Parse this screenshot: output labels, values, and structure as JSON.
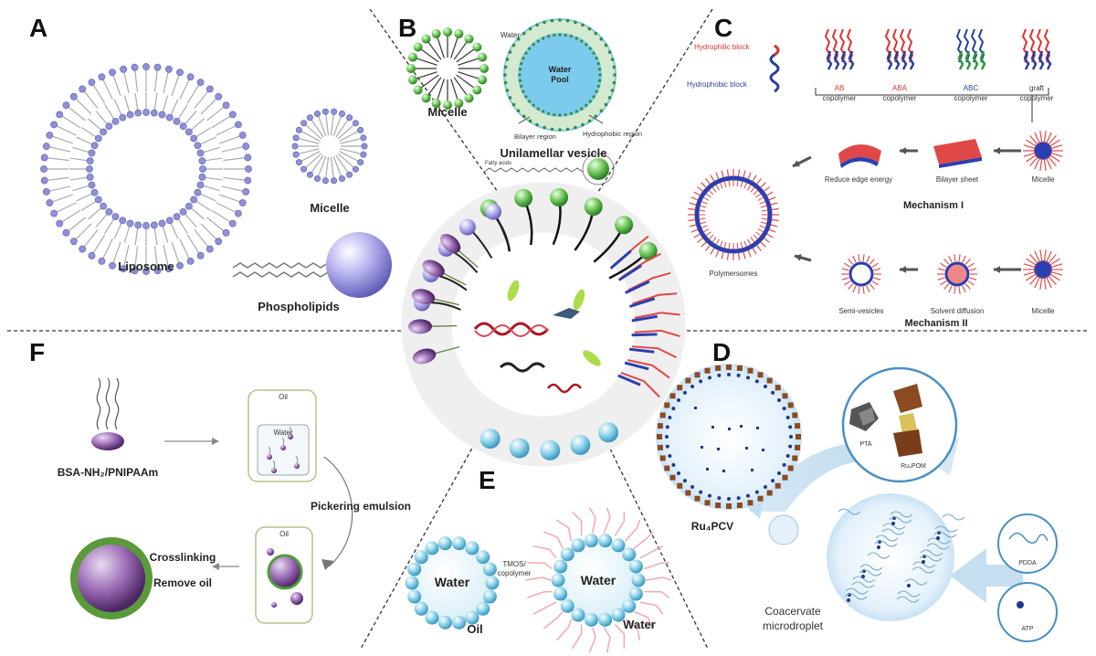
{
  "panels": {
    "a": "A",
    "b": "B",
    "c": "C",
    "d": "D",
    "e": "E",
    "f": "F"
  },
  "panel_a": {
    "liposome": "Liposome",
    "micelle": "Micelle",
    "phospholipids": "Phospholipids"
  },
  "panel_b": {
    "micelle": "Micelle",
    "water": "Water",
    "water_pool_1": "Water",
    "water_pool_2": "Pool",
    "bilayer_region": "Bilayer region",
    "hydrophobic_region": "Hydrophobic region",
    "vesicle": "Unilamellar vesicle",
    "fatty_acids": "Fatty acids"
  },
  "panel_c": {
    "hydrophilic_block": "Hydrophilic block",
    "hydrophobic_block": "Hydrophobic block",
    "copolymers": [
      {
        "top": "AB",
        "bottom": "copolymer"
      },
      {
        "top": "ABA",
        "bottom": "copolymer"
      },
      {
        "top": "ABC",
        "bottom": "copolymer"
      },
      {
        "top": "graft",
        "bottom": "copolymer"
      }
    ],
    "reduce": "Reduce edge energy",
    "bilayer_sheet": "Bilayer sheet",
    "micelle": "Micelle",
    "mech1": "Mechanism I",
    "polymersomes": "Polymersomes",
    "semi": "Semi-vesicles",
    "solvent": "Solvent diffusion",
    "mech2": "Mechanism II"
  },
  "panel_d": {
    "rupcv": "Ru₄PCV",
    "pta": "PTA",
    "rupom": "Ru₄POM",
    "coacervate1": "Coacervate",
    "coacervate2": "microdroplet",
    "pdda": "PDDA",
    "atp": "ATP"
  },
  "panel_e": {
    "water_left": "Water",
    "water_right": "Water",
    "water_br": "Water",
    "oil": "Oil",
    "tmos1": "TMOS/",
    "tmos2": "copolymer"
  },
  "panel_f": {
    "bsa": "BSA-NH₂/PNIPAAm",
    "oil1": "Oil",
    "water": "Water",
    "pickering": "Pickering emulsion",
    "oil2": "Oil",
    "crosslinking": "Crosslinking",
    "remove_oil": "Remove oil"
  }
}
